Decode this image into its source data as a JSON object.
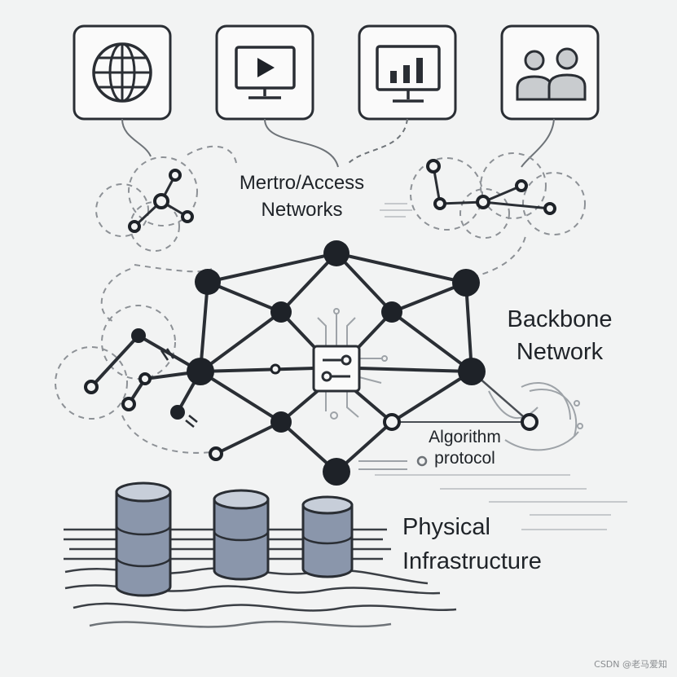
{
  "labels": {
    "metro_line1": "Mertro/Access",
    "metro_line2": "Networks",
    "backbone_line1": "Backbone",
    "backbone_line2": "Network",
    "algorithm_line1": "Algorithm",
    "algorithm_line2": "protocol",
    "physical_line1": "Physical",
    "physical_line2": "Infrastructure"
  },
  "top_icons": [
    "globe-icon",
    "video-play-icon",
    "bar-chart-monitor-icon",
    "users-icon"
  ],
  "center_chip_icon": "processor-chip-icon",
  "storage_icon": "database-cylinder-icon",
  "watermark": "CSDN @老马爱知",
  "colors": {
    "background": "#f2f3f3",
    "node": "#1e2228",
    "line": "#2a2e34",
    "dashed": "#8d9196",
    "cylinder": "#8a96ab",
    "cylinder_top": "#c7ced9"
  }
}
